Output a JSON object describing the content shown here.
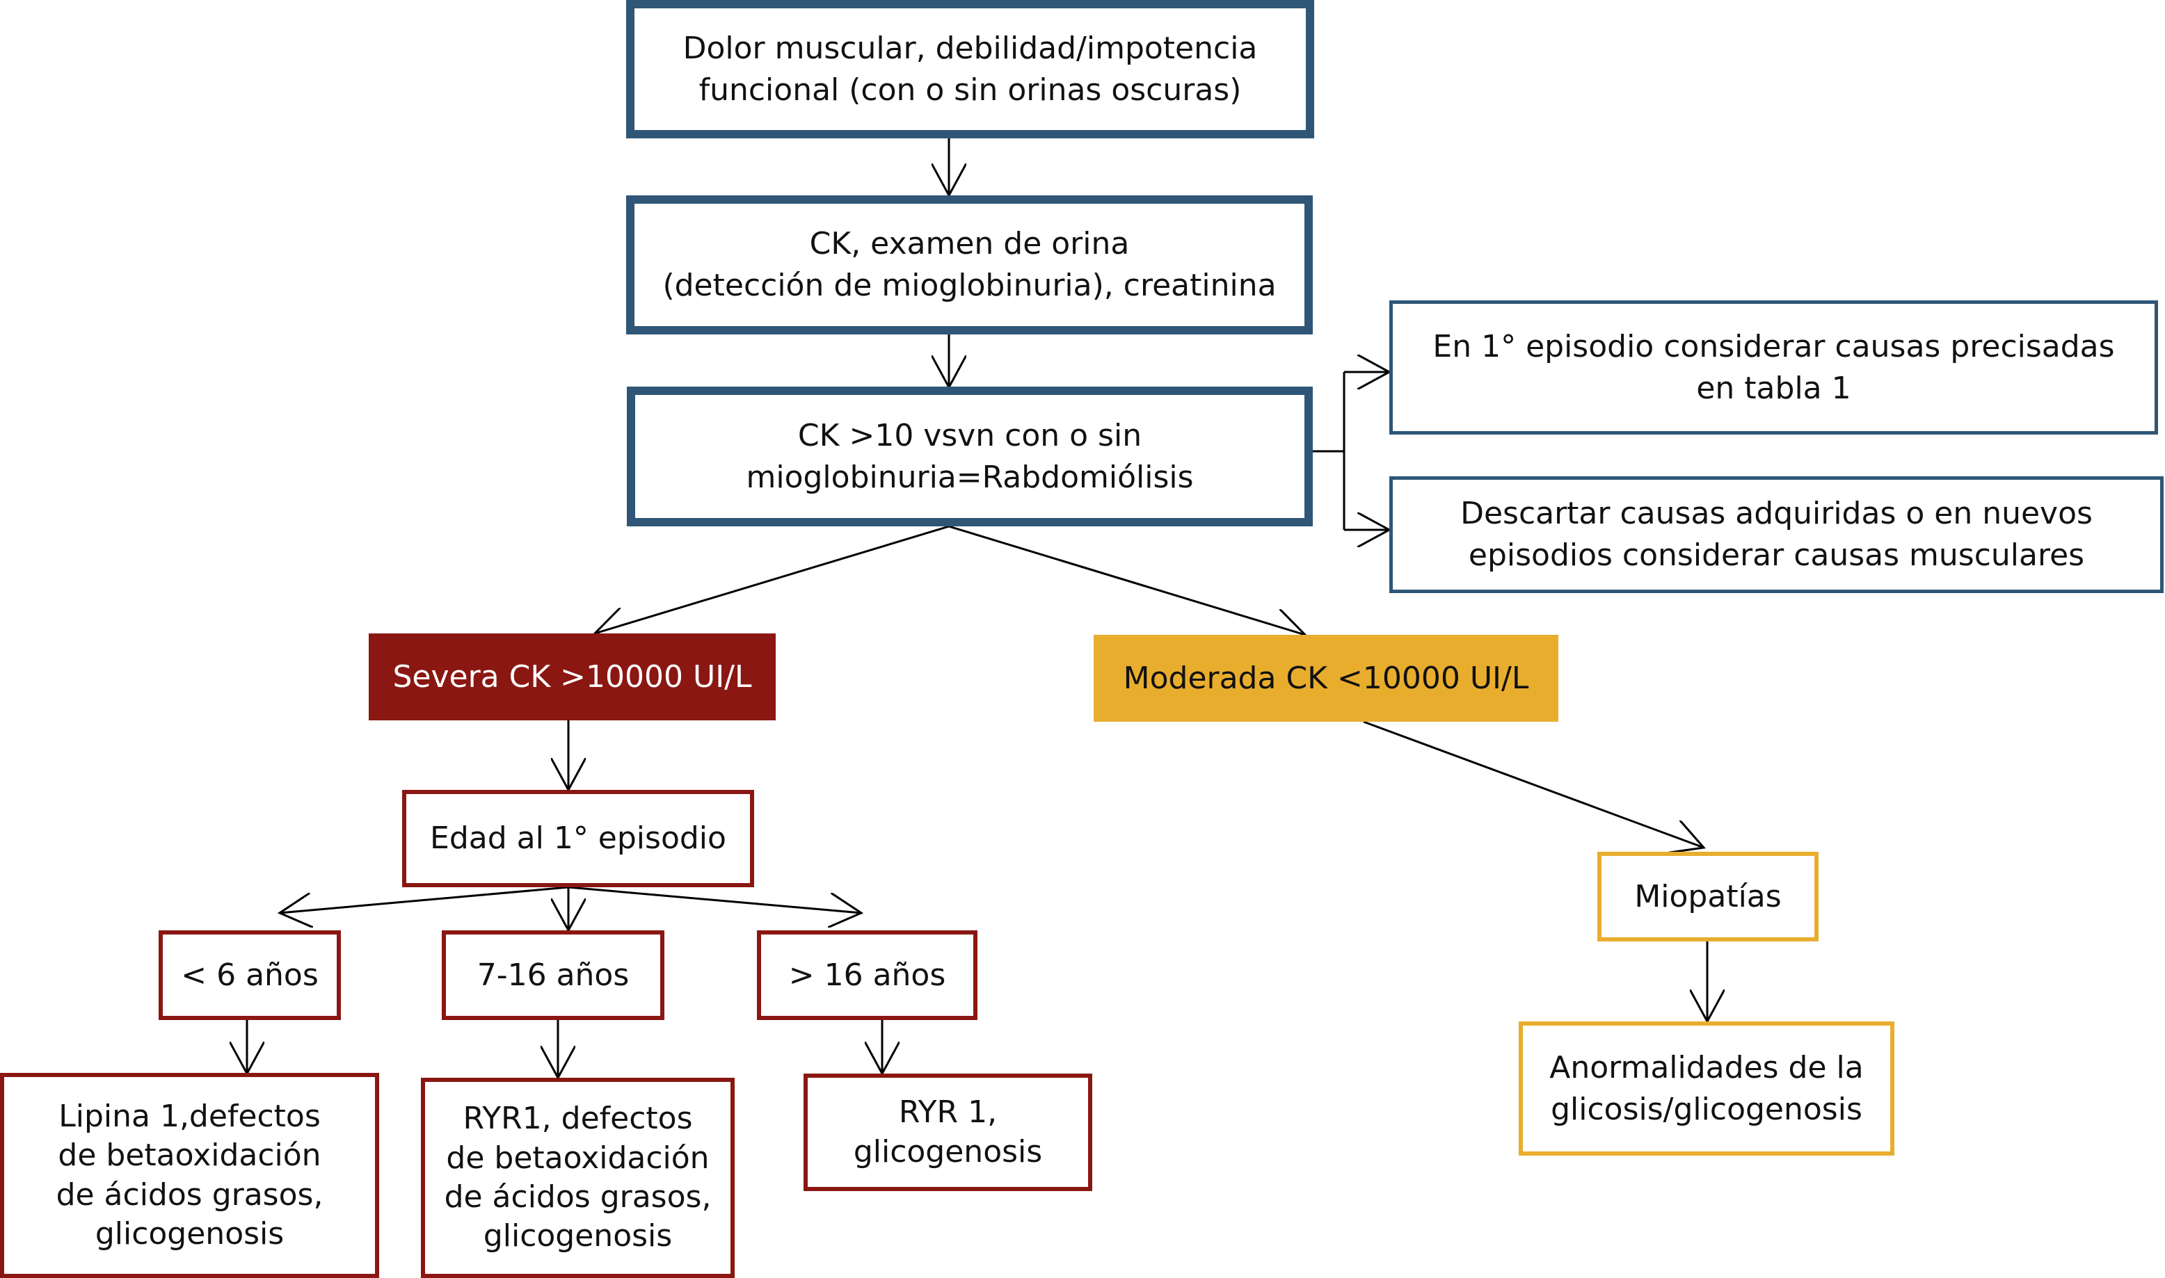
{
  "colors": {
    "blue": "#2f5676",
    "dark_red": "#8a1712",
    "amber": "#e9ad2e",
    "arrow": "#000000"
  },
  "nodes": {
    "symptoms": "Dolor muscular, debilidad/impotencia\nfuncional (con o sin orinas oscuras)",
    "tests": "CK, examen de orina\n(detección de mioglobinuria), creatinina",
    "rhabdo": "CK >10 vsvn con o sin\nmioglobinuria=Rabdomiólisis",
    "first_episode": "En 1° episodio considerar causas precisadas\nen tabla 1",
    "discard": "Descartar causas adquiridas o en nuevos\nepisodios considerar causas musculares",
    "severe": "Severa CK >10000 UI/L",
    "moderate": "Moderada CK <10000 UI/L",
    "age_first": "Edad al 1° episodio",
    "age_le6": "< 6 años",
    "age_7_16": "7-16 años",
    "age_gt16": "> 16 años",
    "result_le6": "Lipina 1,defectos\nde betaoxidación\nde ácidos grasos,\nglicogenosis",
    "result_7_16": "RYR1, defectos\nde betaoxidación\nde ácidos grasos,\nglicogenosis",
    "result_gt16": "RYR 1,\nglicogenosis",
    "myopathies": "Miopatías",
    "glycosis": "Anormalidades de la\nglicosis/glicogenosis"
  }
}
